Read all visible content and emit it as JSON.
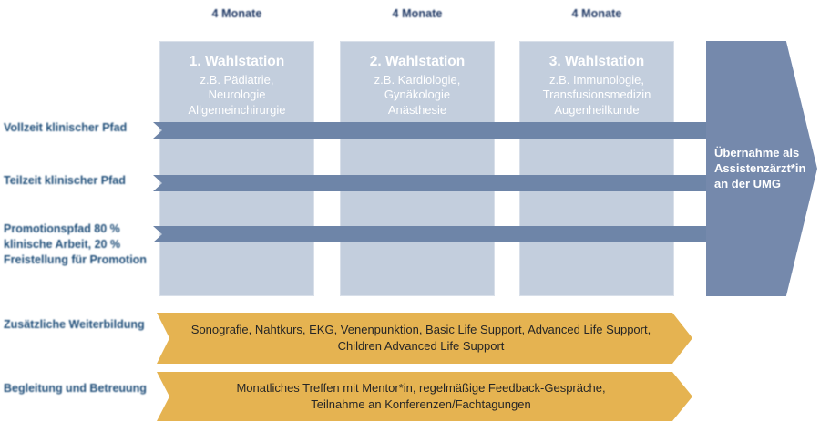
{
  "diagram": {
    "title": "Wahlstation Rotationspfad",
    "colors": {
      "card_bg": "#C3CEDD",
      "path_bar": "#6E85A8",
      "outcome_arrow": "#7589AC",
      "banner": "#E5B351",
      "label_blue": "#1F4E79",
      "duration_blue": "#1F3864",
      "banner_text": "#262626"
    }
  },
  "durations": [
    {
      "label": "4 Monate"
    },
    {
      "label": "4 Monate"
    },
    {
      "label": "4 Monate"
    }
  ],
  "stations": [
    {
      "title": "1. Wahlstation",
      "line1": "z.B. Pädiatrie,",
      "line2": "Neurologie",
      "line3": "Allgemeinchirurgie"
    },
    {
      "title": "2. Wahlstation",
      "line1": "z.B. Kardiologie,",
      "line2": "Gynäkologie",
      "line3": "Anästhesie"
    },
    {
      "title": "3. Wahlstation",
      "line1": "z.B. Immunologie,",
      "line2": "Transfusionsmedizin",
      "line3": "Augenheilkunde"
    }
  ],
  "paths": [
    {
      "label": "Vollzeit klinischer Pfad"
    },
    {
      "label": "Teilzeit klinischer Pfad"
    },
    {
      "label": "Promotionspfad 80 % klinische Arbeit, 20 % Freistellung für Promotion"
    }
  ],
  "outcome": {
    "line1": "Übernahme als",
    "line2": "Assistenzärzt*in",
    "line3": "an der UMG"
  },
  "banners": [
    {
      "label": "Zusätzliche Weiterbildung",
      "line1": "Sonografie, Nahtkurs, EKG, Venenpunktion, Basic Life Support, Advanced Life Support,",
      "line2": "Children Advanced Life Support"
    },
    {
      "label": "Begleitung und Betreuung",
      "line1": "Monatliches Treffen mit Mentor*in, regelmäßige Feedback-Gespräche,",
      "line2": "Teilnahme an Konferenzen/Fachtagungen"
    }
  ]
}
